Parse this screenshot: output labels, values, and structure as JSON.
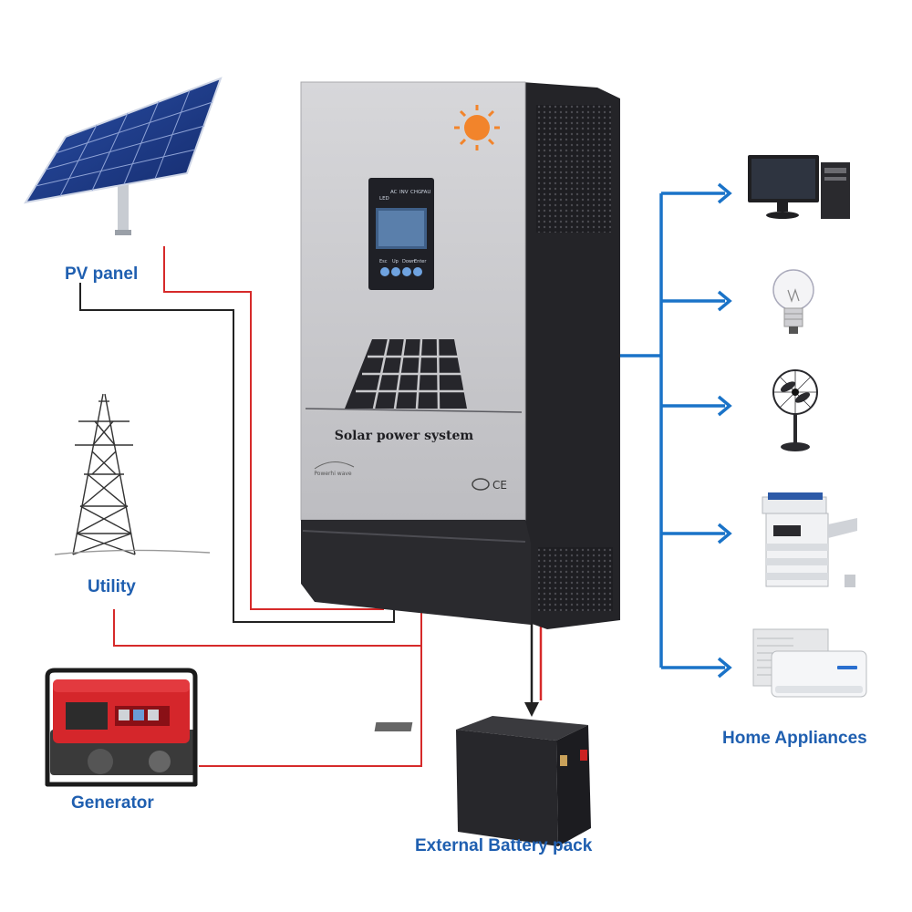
{
  "labels": {
    "pv_panel": "PV panel",
    "utility": "Utility",
    "generator": "Generator",
    "battery": "External Battery pack",
    "appliances": "Home Appliances"
  },
  "inverter": {
    "title": "Solar power system",
    "brand": "Powerhi wave",
    "cert": "CE",
    "lcd_header": [
      "LED",
      "AC",
      "INV",
      "CHG",
      "FAU"
    ],
    "buttons": [
      "Esc",
      "Up",
      "Down",
      "Enter"
    ]
  },
  "colors": {
    "wire_red": "#d62a2a",
    "wire_black": "#222222",
    "arrow_blue": "#1a73c8",
    "label_blue": "#1f5fb0",
    "inverter_face": "#c9c9cc",
    "inverter_body": "#2c2c30"
  },
  "appliances": [
    {
      "icon": "computer-icon"
    },
    {
      "icon": "light-bulb-icon"
    },
    {
      "icon": "standing-fan-icon"
    },
    {
      "icon": "copier-icon"
    },
    {
      "icon": "air-conditioner-icon"
    }
  ]
}
